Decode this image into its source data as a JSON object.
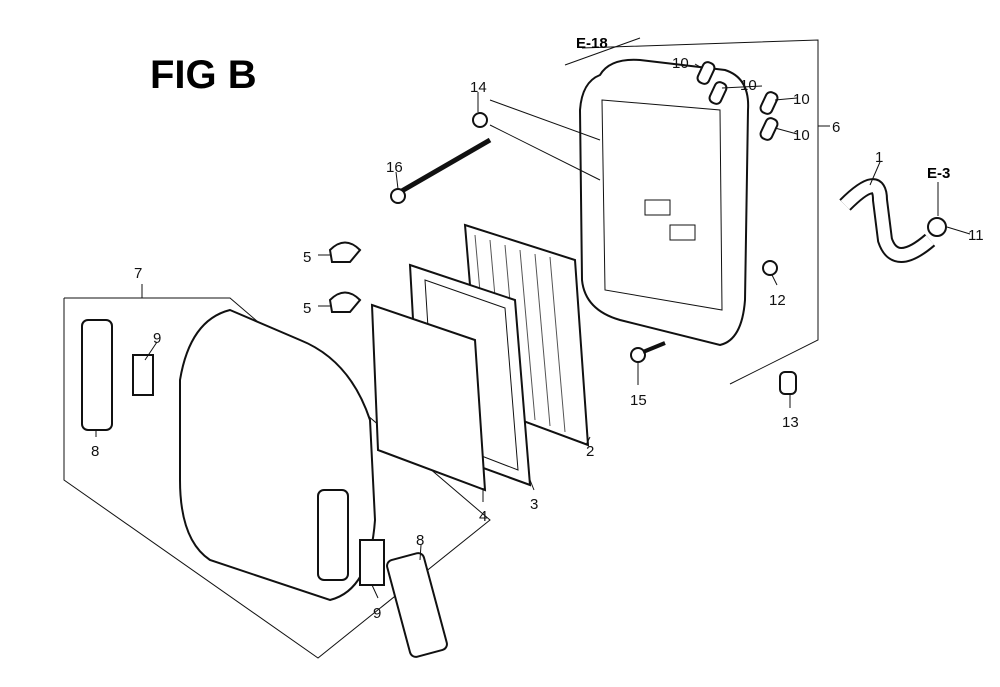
{
  "title": "FIG B",
  "refs": {
    "e18": "E-18",
    "e3": "E-3"
  },
  "callouts": [
    {
      "id": "10a",
      "text": "10"
    },
    {
      "id": "10b",
      "text": "10"
    },
    {
      "id": "10c",
      "text": "10"
    },
    {
      "id": "10d",
      "text": "10"
    },
    {
      "id": "6",
      "text": "6"
    },
    {
      "id": "14",
      "text": "14"
    },
    {
      "id": "16",
      "text": "16"
    },
    {
      "id": "1",
      "text": "1"
    },
    {
      "id": "11",
      "text": "11"
    },
    {
      "id": "5a",
      "text": "5"
    },
    {
      "id": "5b",
      "text": "5"
    },
    {
      "id": "7",
      "text": "7"
    },
    {
      "id": "12",
      "text": "12"
    },
    {
      "id": "9a",
      "text": "9"
    },
    {
      "id": "15",
      "text": "15"
    },
    {
      "id": "13",
      "text": "13"
    },
    {
      "id": "8a",
      "text": "8"
    },
    {
      "id": "2",
      "text": "2"
    },
    {
      "id": "3",
      "text": "3"
    },
    {
      "id": "4",
      "text": "4"
    },
    {
      "id": "8b",
      "text": "8"
    },
    {
      "id": "9b",
      "text": "9"
    }
  ]
}
